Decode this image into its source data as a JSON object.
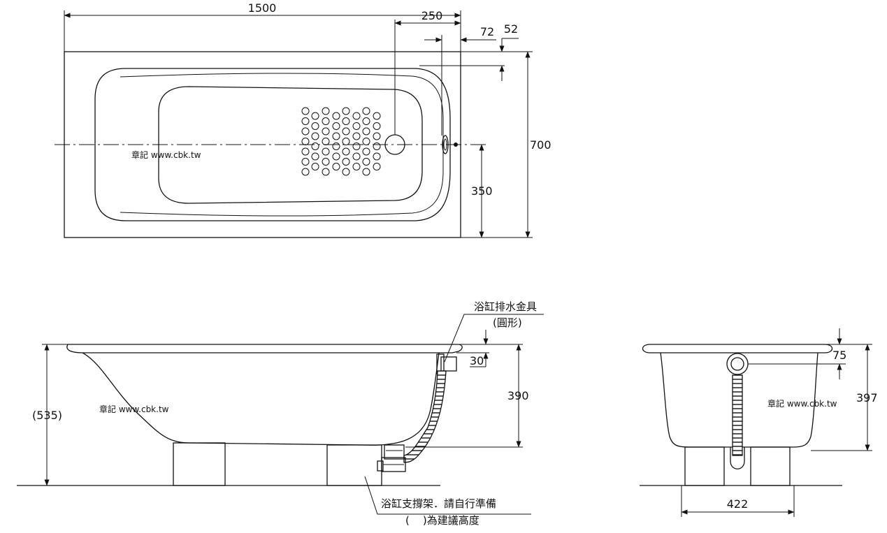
{
  "dimensions": {
    "overall_length": "1500",
    "drain_offset": "250",
    "overflow_offset": "72",
    "rim_offset": "52",
    "overall_width": "700",
    "half_width": "350",
    "overall_height": "(535)",
    "rim_to_outlet": "30",
    "depth": "390",
    "end_rim_offset": "75",
    "end_depth": "397",
    "support_width": "422"
  },
  "labels": {
    "drain_fitting_line1": "浴缸排水金具",
    "drain_fitting_line2": "(圓形)",
    "support_note_line1": "浴缸支撐架．請自行準備",
    "support_note_line2": "(    )為建議高度"
  },
  "watermark": "章記 www.cbk.tw"
}
